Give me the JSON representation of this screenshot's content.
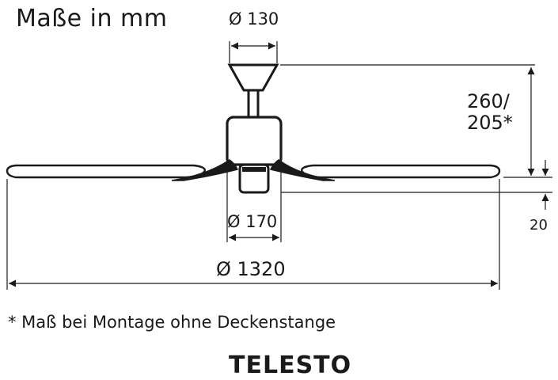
{
  "title": "Maße in mm",
  "dimensions": {
    "canopy_diameter": "Ø 130",
    "height": "260/\n205*",
    "height_line1": "260/",
    "height_line2": "205*",
    "blade_clearance": "20",
    "motor_diameter": "Ø 170",
    "blade_span": "Ø 1320"
  },
  "footnote": "* Maß bei Montage ohne Deckenstange",
  "model": "TELESTO",
  "colors": {
    "line": "#1a1a1a",
    "background": "#ffffff"
  }
}
